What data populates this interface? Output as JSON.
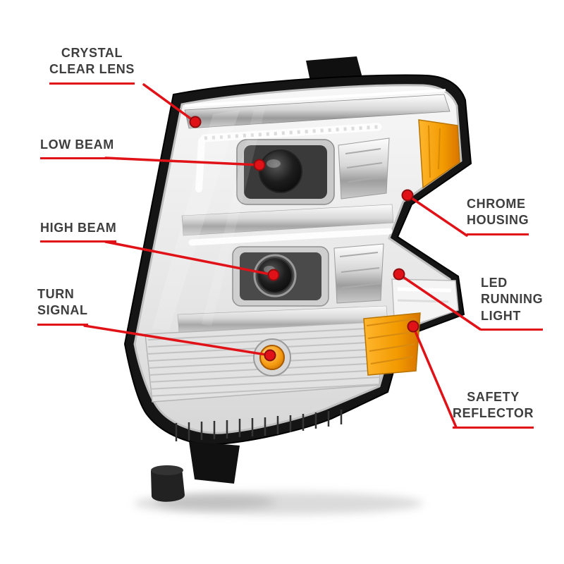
{
  "callouts": [
    {
      "name": "crystal-clear-lens",
      "lines": [
        "CRYSTAL",
        "CLEAR LENS"
      ]
    },
    {
      "name": "low-beam",
      "lines": [
        "LOW BEAM"
      ]
    },
    {
      "name": "high-beam",
      "lines": [
        "HIGH BEAM"
      ]
    },
    {
      "name": "turn-signal",
      "lines": [
        "TURN",
        "SIGNAL"
      ]
    },
    {
      "name": "chrome-housing",
      "lines": [
        "CHROME",
        "HOUSING"
      ]
    },
    {
      "name": "led-running-light",
      "lines": [
        "LED",
        "RUNNING",
        "LIGHT"
      ]
    },
    {
      "name": "safety-reflector",
      "lines": [
        "SAFETY",
        "REFLECTOR"
      ]
    }
  ],
  "colors": {
    "accent": "#e01218",
    "accent_dark": "#8f0d10",
    "label_text": "#3e3e3e",
    "amber": "#f29a00",
    "housing_black": "#151515",
    "background": "#ffffff"
  }
}
